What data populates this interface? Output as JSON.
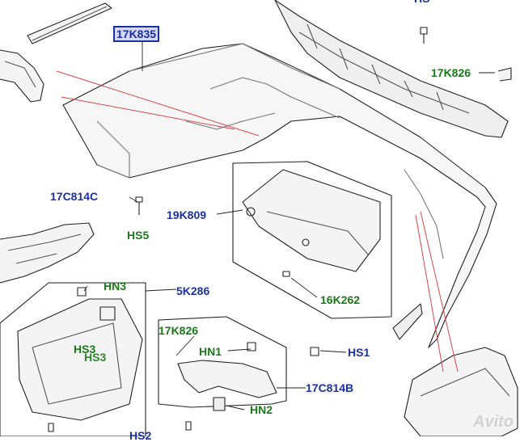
{
  "labels": {
    "part_17K835": "17K835",
    "part_17K826_top": "17K826",
    "part_17C814C": "17C814C",
    "part_19K809": "19K809",
    "part_5K286": "5K286",
    "part_16K262": "16K262",
    "part_17K826_bottom": "17K826",
    "part_17C814B": "17C814B",
    "hs5": "HS5",
    "hn3": "HN3",
    "hs3_a": "HS3",
    "hs3_b": "HS3",
    "hn1": "HN1",
    "hs1": "HS1",
    "hn2": "HN2",
    "hs2": "HS2",
    "hs_top": "HS"
  },
  "watermark": "Avito",
  "colors": {
    "callout_blue": "#1a2fa8",
    "callout_green": "#1a7a1a",
    "leader_red": "#d84848"
  }
}
